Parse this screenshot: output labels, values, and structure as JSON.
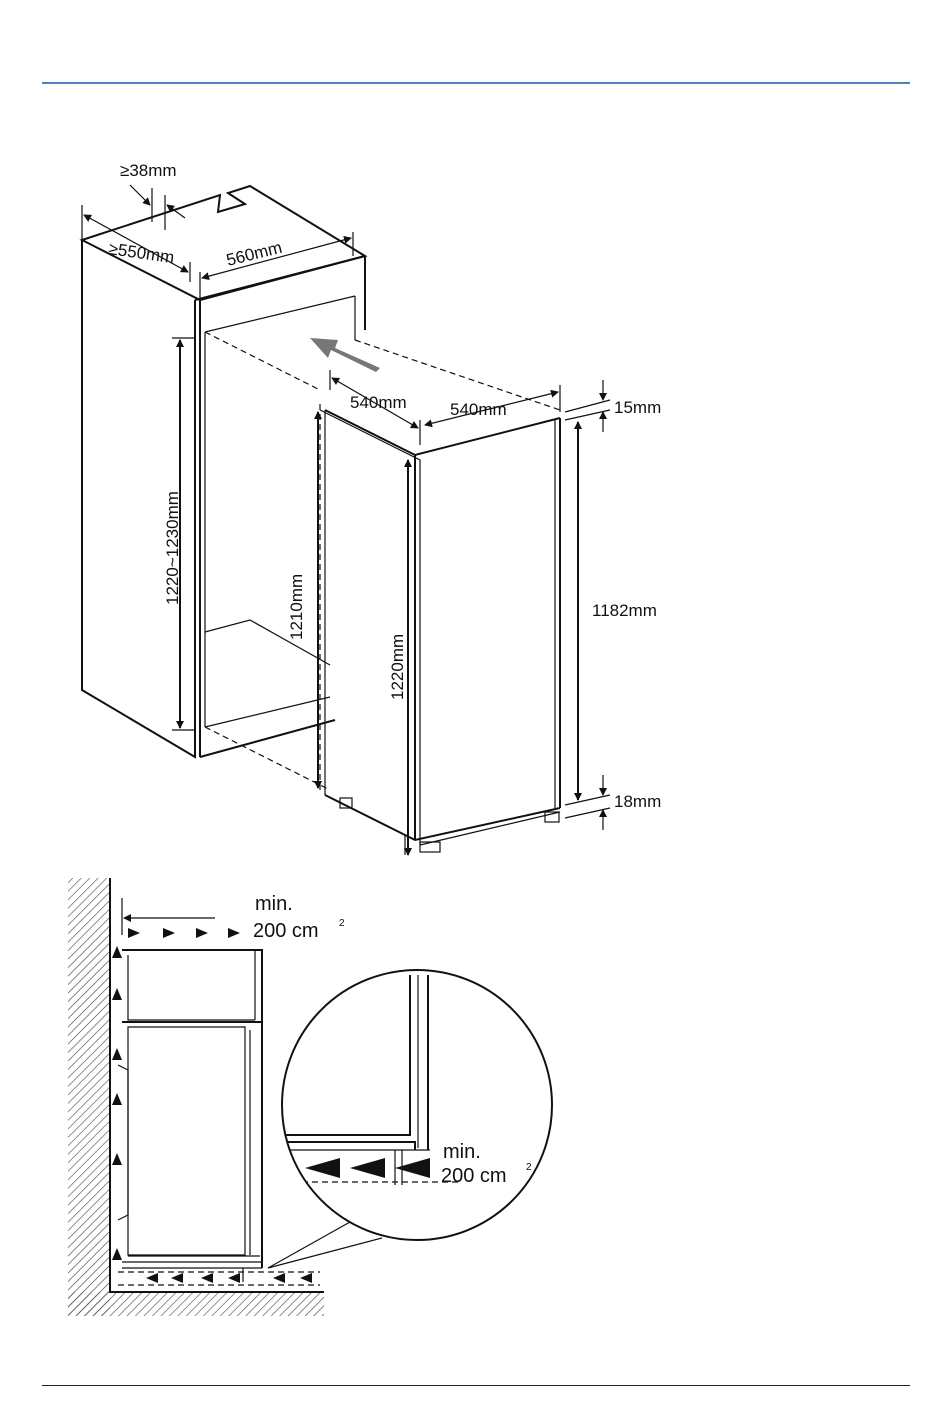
{
  "colors": {
    "header_rule": "#4f81bd",
    "footer_rule": "#222222",
    "insert_arrow": "#777777"
  },
  "top_diagram": {
    "dims": {
      "gap_top": "≥38mm",
      "depth_niche": "≥550mm",
      "width_niche": "560mm",
      "niche_height": "1220~1230mm",
      "inner_height": "1210mm",
      "appliance_depth": "540mm",
      "appliance_width": "540mm",
      "top_gap": "15mm",
      "appliance_height": "1220mm",
      "door_height": "1182mm",
      "bottom_gap": "18mm"
    },
    "icons": [
      "insert-direction-arrow-icon"
    ]
  },
  "bottom_diagram": {
    "top_vent_line1": "min.",
    "top_vent_line2": "200 cm",
    "top_vent_sup": "2",
    "bottom_vent_line1": "min.",
    "bottom_vent_line2": "200 cm",
    "bottom_vent_sup": "2",
    "icons": [
      "airflow-arrow-icon",
      "magnifier-circle-icon",
      "wall-hatch-icon"
    ]
  }
}
